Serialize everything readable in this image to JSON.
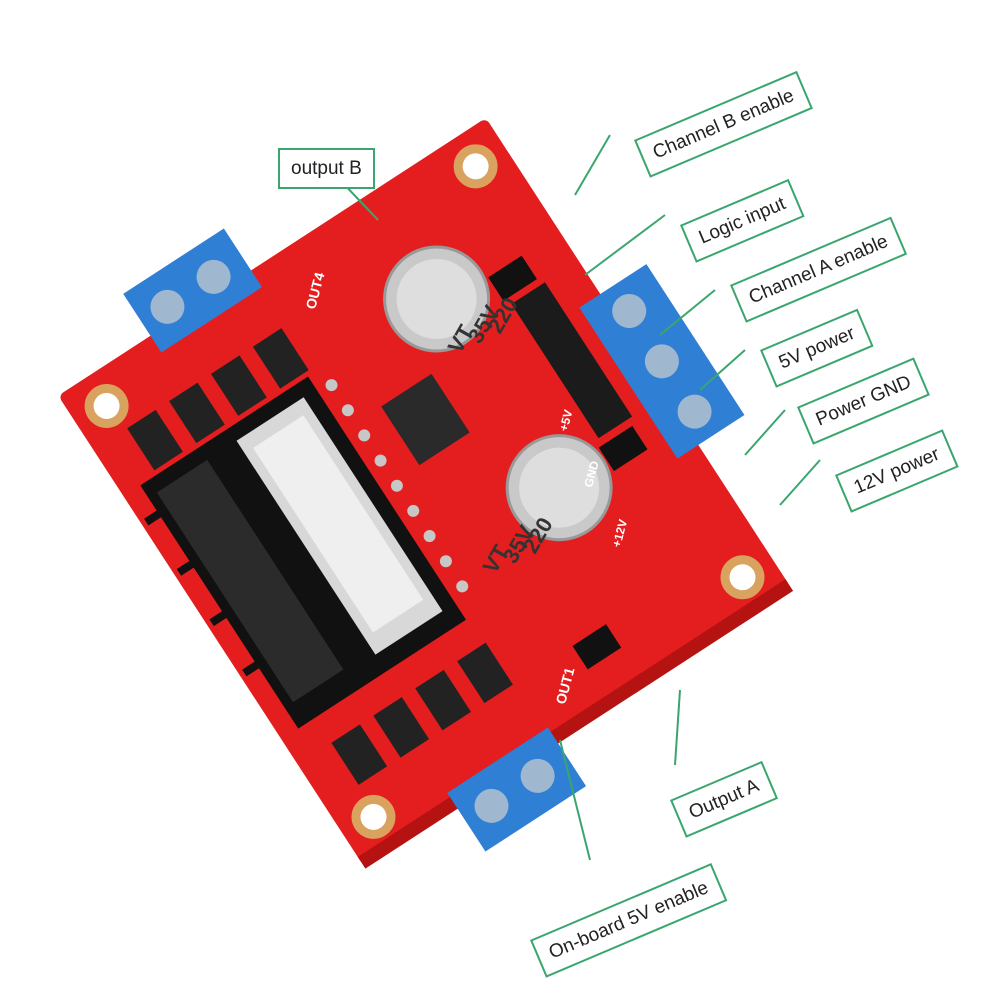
{
  "colors": {
    "board": "#e41e1e",
    "board_dark": "#b51212",
    "terminal_blue": "#2f7fd4",
    "terminal_dark": "#1c5ea8",
    "leader_green": "#3aa66e",
    "heatsink": "#111111",
    "capacitor": "#c9c9c9"
  },
  "labels": {
    "output_b": "output B",
    "channel_b_enable": "Channel B enable",
    "logic_input": "Logic input",
    "channel_a_enable": "Channel A enable",
    "power_5v": "5V power",
    "power_gnd": "Power GND",
    "power_12v": "12V power",
    "output_a": "Output A",
    "onboard_5v_enable": "On-board 5V enable"
  },
  "board_print": {
    "out4": "OUT4",
    "out1": "OUT1",
    "cap_value_1": "220",
    "cap_voltage_1": "35V",
    "cap_series_1": "VT",
    "cap_value_2": "220",
    "cap_voltage_2": "35V",
    "cap_series_2": "VT",
    "pin_5v": "+5V",
    "pin_gnd": "GND",
    "pin_12v": "+12V"
  }
}
